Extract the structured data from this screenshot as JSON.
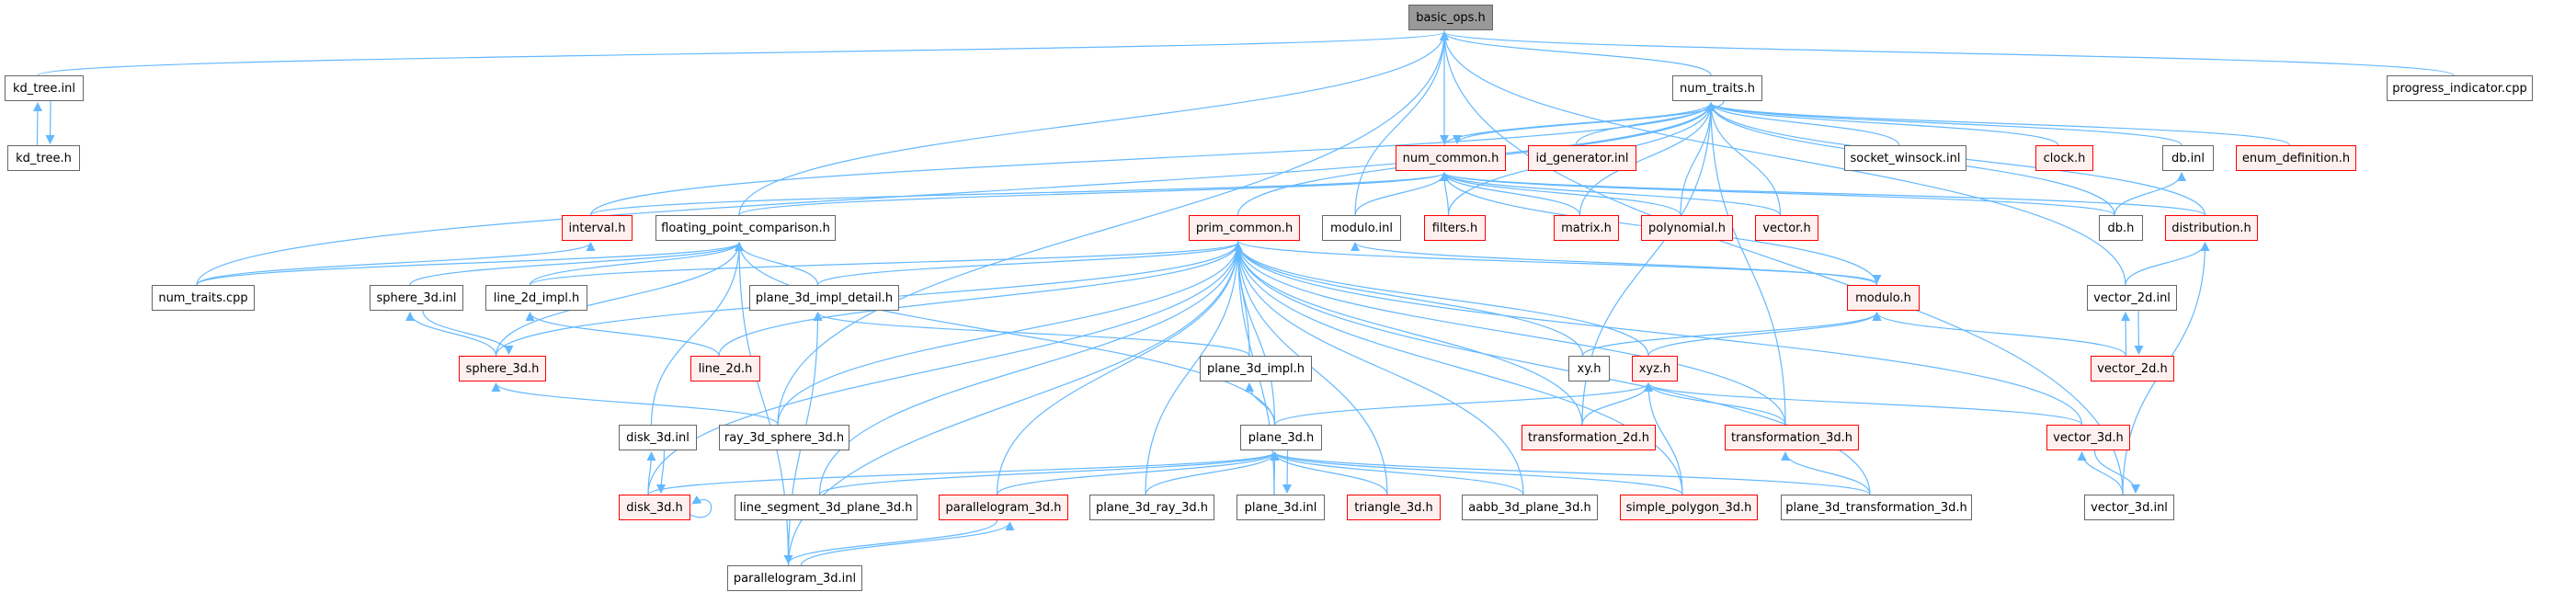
{
  "colors": {
    "edge": "#63b8ff",
    "red_border": "#ff0000",
    "red_fill": "#fff0f0",
    "highlight_fill": "#999999",
    "normal_border": "#666666"
  },
  "nodes": [
    {
      "label": "basic_ops.h",
      "style": "highlight"
    },
    {
      "label": "kd_tree.inl",
      "style": "normal"
    },
    {
      "label": "num_traits.h",
      "style": "normal"
    },
    {
      "label": "progress_indicator.cpp",
      "style": "normal"
    },
    {
      "label": "kd_tree.h",
      "style": "normal"
    },
    {
      "label": "num_common.h",
      "style": "red"
    },
    {
      "label": "id_generator.inl",
      "style": "red"
    },
    {
      "label": "socket_winsock.inl",
      "style": "normal"
    },
    {
      "label": "clock.h",
      "style": "red"
    },
    {
      "label": "db.inl",
      "style": "normal"
    },
    {
      "label": "enum_definition.h",
      "style": "red"
    },
    {
      "label": "interval.h",
      "style": "red"
    },
    {
      "label": "floating_point_comparison.h",
      "style": "normal"
    },
    {
      "label": "prim_common.h",
      "style": "red"
    },
    {
      "label": "modulo.inl",
      "style": "normal"
    },
    {
      "label": "filters.h",
      "style": "red"
    },
    {
      "label": "matrix.h",
      "style": "red"
    },
    {
      "label": "polynomial.h",
      "style": "red"
    },
    {
      "label": "vector.h",
      "style": "red"
    },
    {
      "label": "db.h",
      "style": "normal"
    },
    {
      "label": "distribution.h",
      "style": "red"
    },
    {
      "label": "num_traits.cpp",
      "style": "normal"
    },
    {
      "label": "sphere_3d.inl",
      "style": "normal"
    },
    {
      "label": "line_2d_impl.h",
      "style": "normal"
    },
    {
      "label": "plane_3d_impl_detail.h",
      "style": "normal"
    },
    {
      "label": "modulo.h",
      "style": "red"
    },
    {
      "label": "vector_2d.inl",
      "style": "normal"
    },
    {
      "label": "sphere_3d.h",
      "style": "red"
    },
    {
      "label": "line_2d.h",
      "style": "red"
    },
    {
      "label": "plane_3d_impl.h",
      "style": "normal"
    },
    {
      "label": "xy.h",
      "style": "normal"
    },
    {
      "label": "xyz.h",
      "style": "red"
    },
    {
      "label": "vector_2d.h",
      "style": "red"
    },
    {
      "label": "disk_3d.inl",
      "style": "normal"
    },
    {
      "label": "ray_3d_sphere_3d.h",
      "style": "normal"
    },
    {
      "label": "plane_3d.h",
      "style": "normal"
    },
    {
      "label": "transformation_2d.h",
      "style": "red"
    },
    {
      "label": "transformation_3d.h",
      "style": "red"
    },
    {
      "label": "vector_3d.h",
      "style": "red"
    },
    {
      "label": "disk_3d.h",
      "style": "red"
    },
    {
      "label": "line_segment_3d_plane_3d.h",
      "style": "normal"
    },
    {
      "label": "parallelogram_3d.h",
      "style": "red"
    },
    {
      "label": "plane_3d_ray_3d.h",
      "style": "normal"
    },
    {
      "label": "plane_3d.inl",
      "style": "normal"
    },
    {
      "label": "triangle_3d.h",
      "style": "red"
    },
    {
      "label": "aabb_3d_plane_3d.h",
      "style": "normal"
    },
    {
      "label": "simple_polygon_3d.h",
      "style": "red"
    },
    {
      "label": "plane_3d_transformation_3d.h",
      "style": "normal"
    },
    {
      "label": "vector_3d.inl",
      "style": "normal"
    },
    {
      "label": "parallelogram_3d.inl",
      "style": "normal"
    }
  ],
  "edges": [
    [
      "kd_tree.inl",
      "basic_ops.h"
    ],
    [
      "kd_tree.h",
      "kd_tree.inl"
    ],
    [
      "kd_tree.inl",
      "kd_tree.h"
    ],
    [
      "num_traits.h",
      "basic_ops.h"
    ],
    [
      "basic_ops.h",
      "num_common.h"
    ],
    [
      "ray_3d_sphere_3d.h",
      "basic_ops.h"
    ],
    [
      "floating_point_comparison.h",
      "basic_ops.h"
    ],
    [
      "modulo.inl",
      "basic_ops.h"
    ],
    [
      "progress_indicator.cpp",
      "basic_ops.h"
    ],
    [
      "vector_2d.inl",
      "basic_ops.h"
    ],
    [
      "vector_3d.inl",
      "basic_ops.h"
    ],
    [
      "num_common.h",
      "num_traits.h"
    ],
    [
      "num_traits.h",
      "num_common.h"
    ],
    [
      "id_generator.inl",
      "num_traits.h"
    ],
    [
      "socket_winsock.inl",
      "num_traits.h"
    ],
    [
      "clock.h",
      "num_traits.h"
    ],
    [
      "db.inl",
      "num_traits.h"
    ],
    [
      "enum_definition.h",
      "num_traits.h"
    ],
    [
      "db.h",
      "num_traits.h"
    ],
    [
      "distribution.h",
      "num_traits.h"
    ],
    [
      "vector.h",
      "num_traits.h"
    ],
    [
      "polynomial.h",
      "num_traits.h"
    ],
    [
      "matrix.h",
      "num_traits.h"
    ],
    [
      "transformation_3d.h",
      "num_traits.h"
    ],
    [
      "transformation_2d.h",
      "num_traits.h"
    ],
    [
      "interval.h",
      "num_traits.h"
    ],
    [
      "num_traits.cpp",
      "num_traits.h"
    ],
    [
      "prim_common.h",
      "num_traits.h"
    ],
    [
      "filters.h",
      "num_traits.h"
    ],
    [
      "interval.h",
      "num_common.h"
    ],
    [
      "floating_point_comparison.h",
      "num_common.h"
    ],
    [
      "modulo.inl",
      "num_common.h"
    ],
    [
      "filters.h",
      "num_common.h"
    ],
    [
      "matrix.h",
      "num_common.h"
    ],
    [
      "polynomial.h",
      "num_common.h"
    ],
    [
      "db.h",
      "num_common.h"
    ],
    [
      "distribution.h",
      "num_common.h"
    ],
    [
      "vector.h",
      "num_common.h"
    ],
    [
      "modulo.h",
      "num_common.h"
    ],
    [
      "num_traits.cpp",
      "floating_point_comparison.h"
    ],
    [
      "line_2d_impl.h",
      "floating_point_comparison.h"
    ],
    [
      "sphere_3d.inl",
      "floating_point_comparison.h"
    ],
    [
      "disk_3d.inl",
      "floating_point_comparison.h"
    ],
    [
      "plane_3d_impl_detail.h",
      "floating_point_comparison.h"
    ],
    [
      "plane_3d.h",
      "floating_point_comparison.h"
    ],
    [
      "parallelogram_3d.inl",
      "floating_point_comparison.h"
    ],
    [
      "sphere_3d.h",
      "floating_point_comparison.h"
    ],
    [
      "num_traits.cpp",
      "interval.h"
    ],
    [
      "line_2d_impl.h",
      "prim_common.h"
    ],
    [
      "plane_3d_impl_detail.h",
      "prim_common.h"
    ],
    [
      "sphere_3d.h",
      "prim_common.h"
    ],
    [
      "line_2d.h",
      "prim_common.h"
    ],
    [
      "disk_3d.h",
      "prim_common.h"
    ],
    [
      "line_segment_3d_plane_3d.h",
      "prim_common.h"
    ],
    [
      "parallelogram_3d.h",
      "prim_common.h"
    ],
    [
      "plane_3d_ray_3d.h",
      "prim_common.h"
    ],
    [
      "plane_3d.inl",
      "prim_common.h"
    ],
    [
      "plane_3d_impl.h",
      "prim_common.h"
    ],
    [
      "plane_3d.h",
      "prim_common.h"
    ],
    [
      "triangle_3d.h",
      "prim_common.h"
    ],
    [
      "aabb_3d_plane_3d.h",
      "prim_common.h"
    ],
    [
      "simple_polygon_3d.h",
      "prim_common.h"
    ],
    [
      "xy.h",
      "prim_common.h"
    ],
    [
      "xyz.h",
      "prim_common.h"
    ],
    [
      "transformation_2d.h",
      "prim_common.h"
    ],
    [
      "transformation_3d.h",
      "prim_common.h"
    ],
    [
      "vector_3d.h",
      "prim_common.h"
    ],
    [
      "plane_3d_transformation_3d.h",
      "prim_common.h"
    ],
    [
      "ray_3d_sphere_3d.h",
      "prim_common.h"
    ],
    [
      "parallelogram_3d.inl",
      "prim_common.h"
    ],
    [
      "prim_common.h",
      "modulo.h"
    ],
    [
      "modulo.h",
      "modulo.inl"
    ],
    [
      "xyz.h",
      "modulo.h"
    ],
    [
      "xy.h",
      "modulo.h"
    ],
    [
      "vector_2d.h",
      "modulo.h"
    ],
    [
      "db.h",
      "db.inl"
    ],
    [
      "vector_2d.inl",
      "distribution.h"
    ],
    [
      "vector_3d.inl",
      "distribution.h"
    ],
    [
      "vector_2d.h",
      "vector_2d.inl"
    ],
    [
      "vector_2d.inl",
      "vector_2d.h"
    ],
    [
      "vector_3d.inl",
      "vector_3d.h"
    ],
    [
      "vector_3d.h",
      "vector_3d.inl"
    ],
    [
      "transformation_2d.h",
      "xyz.h"
    ],
    [
      "transformation_3d.h",
      "xyz.h"
    ],
    [
      "simple_polygon_3d.h",
      "xyz.h"
    ],
    [
      "plane_3d.h",
      "xyz.h"
    ],
    [
      "vector_3d.h",
      "xyz.h"
    ],
    [
      "parallelogram_3d.inl",
      "plane_3d_impl_detail.h"
    ],
    [
      "plane_3d_impl.h",
      "plane_3d_impl_detail.h"
    ],
    [
      "plane_3d.h",
      "plane_3d_impl.h"
    ],
    [
      "disk_3d.h",
      "plane_3d.h"
    ],
    [
      "line_segment_3d_plane_3d.h",
      "plane_3d.h"
    ],
    [
      "parallelogram_3d.h",
      "plane_3d.h"
    ],
    [
      "plane_3d_ray_3d.h",
      "plane_3d.h"
    ],
    [
      "plane_3d.inl",
      "plane_3d.h"
    ],
    [
      "plane_3d.h",
      "plane_3d.inl"
    ],
    [
      "triangle_3d.h",
      "plane_3d.h"
    ],
    [
      "aabb_3d_plane_3d.h",
      "plane_3d.h"
    ],
    [
      "simple_polygon_3d.h",
      "plane_3d.h"
    ],
    [
      "plane_3d_transformation_3d.h",
      "plane_3d.h"
    ],
    [
      "line_2d.h",
      "line_2d_impl.h"
    ],
    [
      "sphere_3d.h",
      "sphere_3d.inl"
    ],
    [
      "sphere_3d.inl",
      "sphere_3d.h"
    ],
    [
      "ray_3d_sphere_3d.h",
      "sphere_3d.h"
    ],
    [
      "disk_3d.h",
      "disk_3d.inl"
    ],
    [
      "disk_3d.inl",
      "disk_3d.h"
    ],
    [
      "disk_3d.h",
      "disk_3d.h"
    ],
    [
      "parallelogram_3d.h",
      "parallelogram_3d.inl"
    ],
    [
      "parallelogram_3d.inl",
      "parallelogram_3d.h"
    ],
    [
      "plane_3d_transformation_3d.h",
      "transformation_3d.h"
    ]
  ]
}
